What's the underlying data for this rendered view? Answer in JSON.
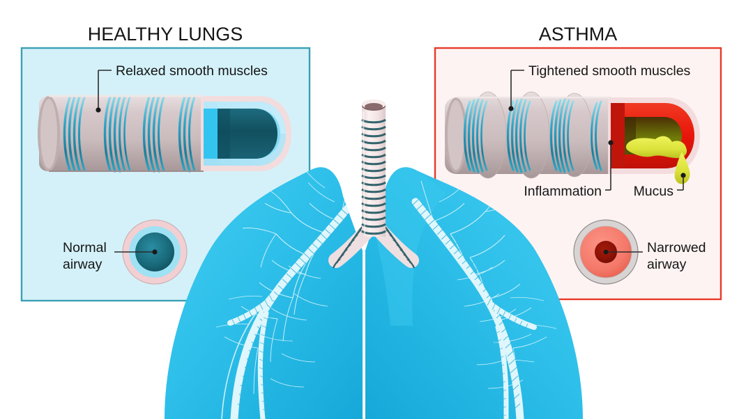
{
  "figure": {
    "kind": "medical-illustration",
    "subject": "Healthy lungs versus asthma airway comparison",
    "background_color": "#ffffff"
  },
  "panels": {
    "healthy": {
      "title": "HEALTHY LUNGS",
      "fill_color": "#d4f1f9",
      "border_color": "#3b9fb4",
      "labels": {
        "muscles": "Relaxed smooth muscles",
        "airway_line1": "Normal",
        "airway_line2": "airway"
      },
      "airway_cross_section": {
        "outer_ring_color": "#f2cfd2",
        "middle_ring_color": "#7fd8f0",
        "lumen_color": "#165f70",
        "lumen_state": "open"
      },
      "tube": {
        "wall_color": "#cfc0c2",
        "muscle_band_color": "#2f9fc0",
        "lining_color": "#5ecdf2",
        "lumen_color": "#14596b"
      }
    },
    "asthma": {
      "title": "ASTHMA",
      "fill_color": "#fdf3f2",
      "border_color": "#e8392a",
      "labels": {
        "muscles": "Tightened smooth muscles",
        "inflammation": "Inflammation",
        "mucus": "Mucus",
        "airway_line1": "Narrowed",
        "airway_line2": "airway"
      },
      "airway_cross_section": {
        "outer_ring_color": "#d8d4d4",
        "middle_ring_color": "#f4796a",
        "lumen_color": "#8d1207",
        "lumen_state": "narrowed"
      },
      "tube": {
        "wall_color": "#cfc0c2",
        "muscle_band_color": "#2f9fc0",
        "inflamed_lining_color": "#ef2310",
        "lumen_color": "#6b6b08",
        "mucus_color": "#dbe23a"
      }
    }
  },
  "anatomy": {
    "trachea": {
      "name": "trachea",
      "tube_color": "#f3e4e4",
      "cartilage_ring_color": "#2b5e66"
    },
    "lungs": {
      "name": "lungs",
      "fill_color": "#2ec0ea",
      "bronchial_tree_color": "#d9f4fb"
    }
  }
}
